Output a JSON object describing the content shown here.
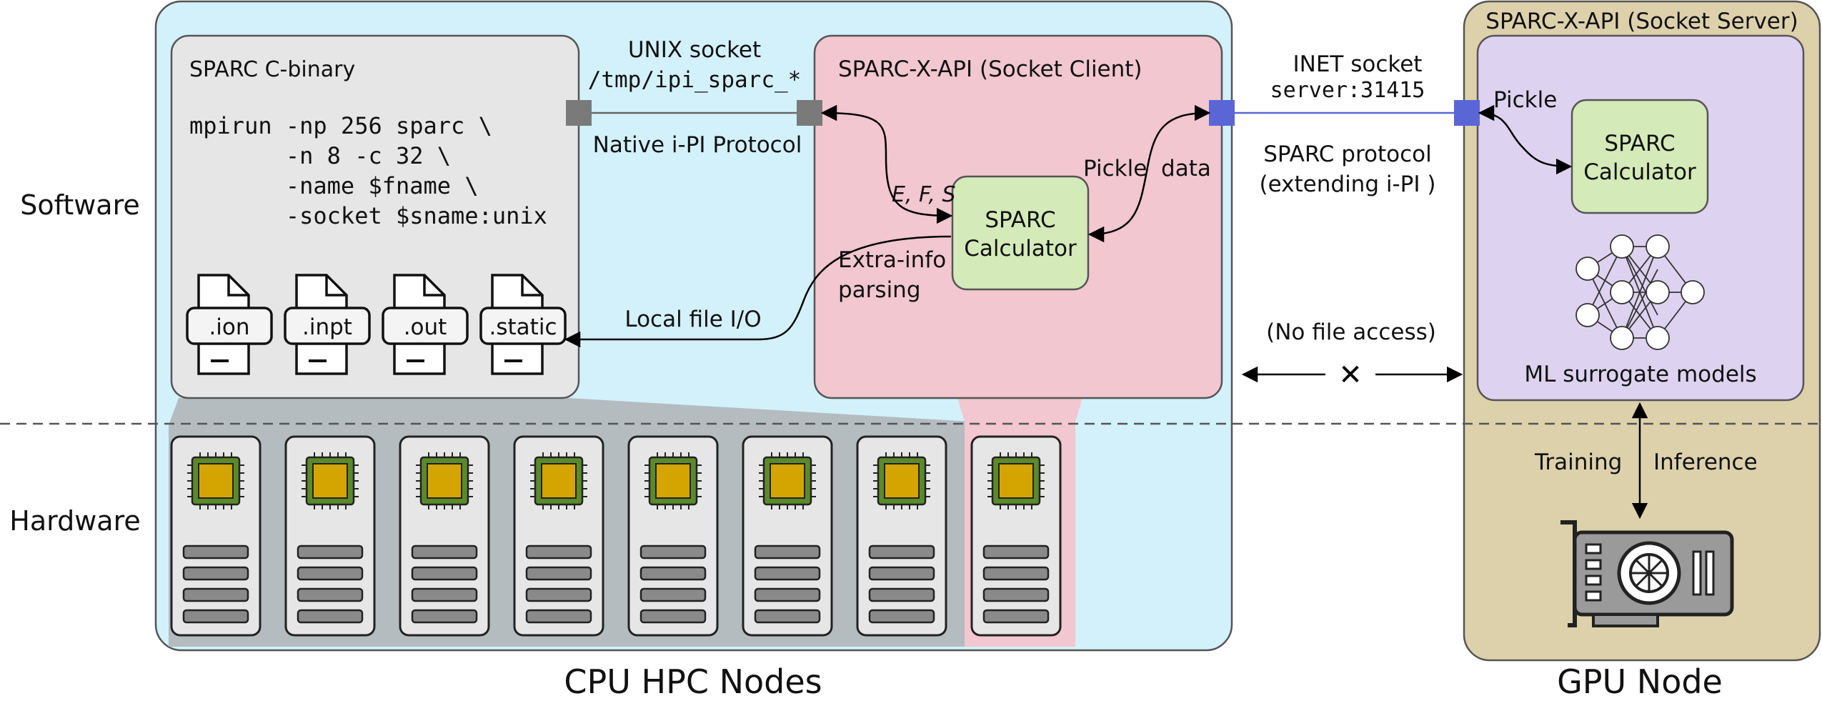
{
  "row_labels": {
    "software": "Software",
    "hardware": "Hardware"
  },
  "panels": {
    "cpu": {
      "title": "CPU HPC Nodes"
    },
    "gpu": {
      "title": "GPU Node"
    }
  },
  "sparc_binary": {
    "title": "SPARC C-binary",
    "command_lines": [
      "mpirun -np 256 sparc \\",
      "       -n 8 -c 32 \\",
      "       -name $fname \\",
      "       -socket $sname:unix"
    ],
    "files": [
      ".ion",
      ".inpt",
      ".out",
      ".static"
    ]
  },
  "unix_socket": {
    "label": "UNIX socket",
    "path": "/tmp/ipi_sparc_*",
    "protocol": "Native i-PI Protocol"
  },
  "socket_client": {
    "title": "SPARC-X-API (Socket Client)",
    "efs_label": "E, F, S",
    "extra_info_line1": "Extra-info",
    "extra_info_line2": "parsing",
    "calculator_line1": "SPARC",
    "calculator_line2": "Calculator",
    "pickle_label": "Pickle  data"
  },
  "local_io": {
    "label": "Local file I/O"
  },
  "inet_socket": {
    "label": "INET socket",
    "address": "server:31415",
    "protocol_line1": "SPARC protocol",
    "protocol_line2": "(extending i-PI )"
  },
  "no_file_access": {
    "label": "(No file access)",
    "cross": "✕"
  },
  "socket_server": {
    "title": "SPARC-X-API (Socket Server)",
    "pickle_label": "Pickle",
    "calculator_line1": "SPARC",
    "calculator_line2": "Calculator",
    "ml_label": "ML surrogate models"
  },
  "gpu_link": {
    "training": "Training",
    "inference": "Inference"
  },
  "hardware": {
    "cpu_node_count": 8,
    "highlighted_node_index": 7
  },
  "colors": {
    "cpu_panel": "#d3f1fb",
    "gpu_panel": "#ddd1ac",
    "binary_box": "#e6e6e6",
    "client_box": "#f2c7cf",
    "server_box": "#ddd3f0",
    "calculator": "#d4eab8",
    "socket_port_gray": "#7a7a7a",
    "socket_port_blue": "#5a66d6",
    "chip_gold": "#d4a400",
    "chip_green": "#5b8a2a"
  }
}
